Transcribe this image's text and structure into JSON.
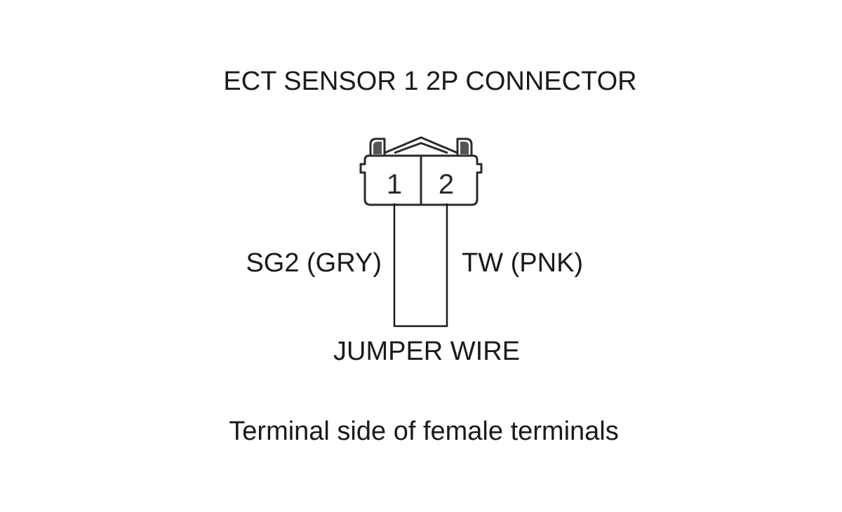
{
  "diagram": {
    "title": "ECT SENSOR 1 2P CONNECTOR",
    "connector": {
      "pins": [
        {
          "number": "1"
        },
        {
          "number": "2"
        }
      ]
    },
    "wires": {
      "left_label": "SG2 (GRY)",
      "right_label": "TW (PNK)"
    },
    "jumper_label": "JUMPER WIRE",
    "caption": "Terminal side of female terminals",
    "colors": {
      "line": "#1a1a1a",
      "connector_outline": "#2a2a2a"
    }
  }
}
